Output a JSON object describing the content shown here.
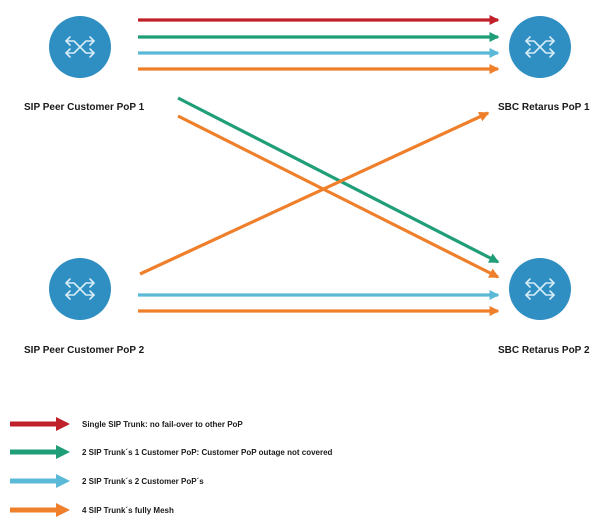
{
  "colors": {
    "single": "#c0202a",
    "one_customer_pop": "#1f9e78",
    "two_customer_pops": "#5bb9d8",
    "full_mesh": "#ef7f2a",
    "node_fill": "#2f8fc3",
    "node_symbol": "#d6ecf7"
  },
  "nodes": {
    "peer1": {
      "label": "SIP Peer Customer PoP 1",
      "icon": "switch-icon"
    },
    "peer2": {
      "label": "SIP Peer Customer PoP 2",
      "icon": "switch-icon"
    },
    "sbc1": {
      "label": "SBC Retarus PoP 1",
      "icon": "switch-icon"
    },
    "sbc2": {
      "label": "SBC Retarus PoP 2",
      "icon": "switch-icon"
    }
  },
  "links": [
    {
      "from": "peer1",
      "to": "sbc1",
      "kind": "single"
    },
    {
      "from": "peer1",
      "to": "sbc1",
      "kind": "one_customer_pop"
    },
    {
      "from": "peer1",
      "to": "sbc1",
      "kind": "two_customer_pops"
    },
    {
      "from": "peer1",
      "to": "sbc1",
      "kind": "full_mesh"
    },
    {
      "from": "peer1",
      "to": "sbc2",
      "kind": "one_customer_pop"
    },
    {
      "from": "peer1",
      "to": "sbc2",
      "kind": "full_mesh"
    },
    {
      "from": "peer2",
      "to": "sbc1",
      "kind": "full_mesh"
    },
    {
      "from": "peer2",
      "to": "sbc2",
      "kind": "two_customer_pops"
    },
    {
      "from": "peer2",
      "to": "sbc2",
      "kind": "full_mesh"
    }
  ],
  "legend": [
    {
      "kind": "single",
      "text": "Single SIP Trunk: no fail-over to other PoP"
    },
    {
      "kind": "one_customer_pop",
      "text": "2 SIP Trunk´s 1 Customer PoP: Customer PoP outage not covered"
    },
    {
      "kind": "two_customer_pops",
      "text": "2 SIP Trunk´s 2 Customer PoP´s"
    },
    {
      "kind": "full_mesh",
      "text": "4 SIP Trunk´s fully Mesh"
    }
  ]
}
